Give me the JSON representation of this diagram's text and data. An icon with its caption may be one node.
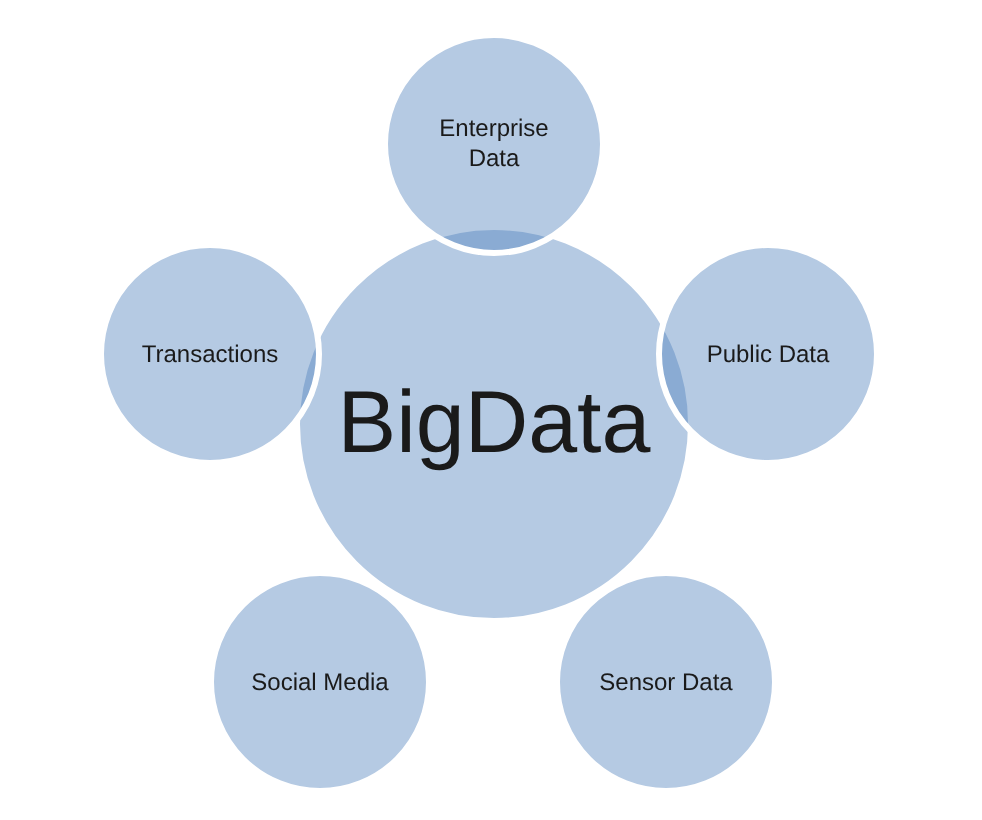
{
  "diagram": {
    "nodes": [
      {
        "text": [
          "BigData"
        ]
      },
      {
        "text": [
          "Enterprise Data"
        ]
      },
      {
        "text": [
          "Public Data"
        ]
      },
      {
        "text": [
          "Sensor Data"
        ]
      },
      {
        "text": [
          "Social Media"
        ]
      },
      {
        "text": [
          "Transactions"
        ]
      }
    ],
    "edges": []
  }
}
